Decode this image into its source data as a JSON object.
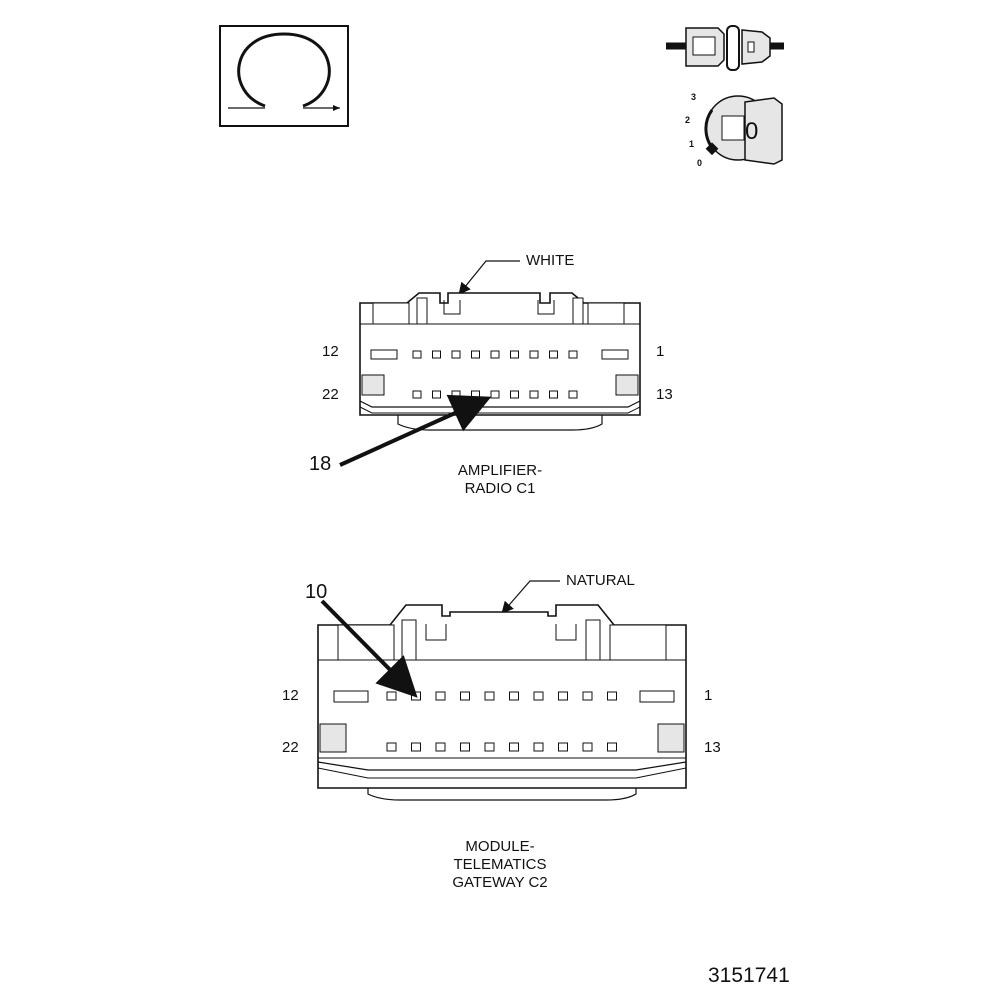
{
  "symbols": {
    "ohm_box": "ohmmeter-symbol",
    "connector_icon": "connector-icon",
    "ignition_icon": "ignition-key-icon",
    "ignition_positions": [
      "3",
      "2",
      "1",
      "0"
    ],
    "key_glyph": "0"
  },
  "connector_c1": {
    "color_label": "WHITE",
    "pin_left_top": "12",
    "pin_right_top": "1",
    "pin_left_bottom": "22",
    "pin_right_bottom": "13",
    "pointer_pin": "18",
    "caption_line1": "AMPLIFIER-",
    "caption_line2": "RADIO C1"
  },
  "connector_c2": {
    "color_label": "NATURAL",
    "pin_left_top": "12",
    "pin_right_top": "1",
    "pin_left_bottom": "22",
    "pin_right_bottom": "13",
    "pointer_pin": "10",
    "caption_line1": "MODULE-",
    "caption_line2": "TELEMATICS",
    "caption_line3": "GATEWAY C2"
  },
  "figure_number": "3151741",
  "colors": {
    "ink": "#111111",
    "paper": "#ffffff",
    "fill": "#e6e6e6"
  }
}
